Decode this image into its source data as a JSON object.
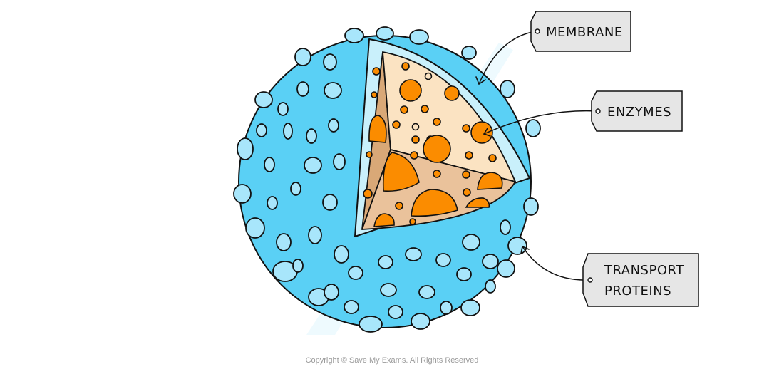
{
  "labels": {
    "membrane": "MEMBRANE",
    "enzymes": "ENZYMES",
    "transport_line1": "TRANSPORT",
    "transport_line2": "PROTEINS"
  },
  "footer": {
    "copyright": "Copyright © Save My Exams. All Rights Reserved"
  },
  "colors": {
    "outer_blue": "#5ad0f5",
    "protein_blue": "#a8e6fb",
    "membrane_light": "#c9f0fb",
    "interior_cream": "#fbe3c2",
    "interior_tan": "#d9a877",
    "interior_floor": "#eac29b",
    "enzyme_orange": "#fb8c00",
    "tag_gray": "#e6e6e6"
  }
}
